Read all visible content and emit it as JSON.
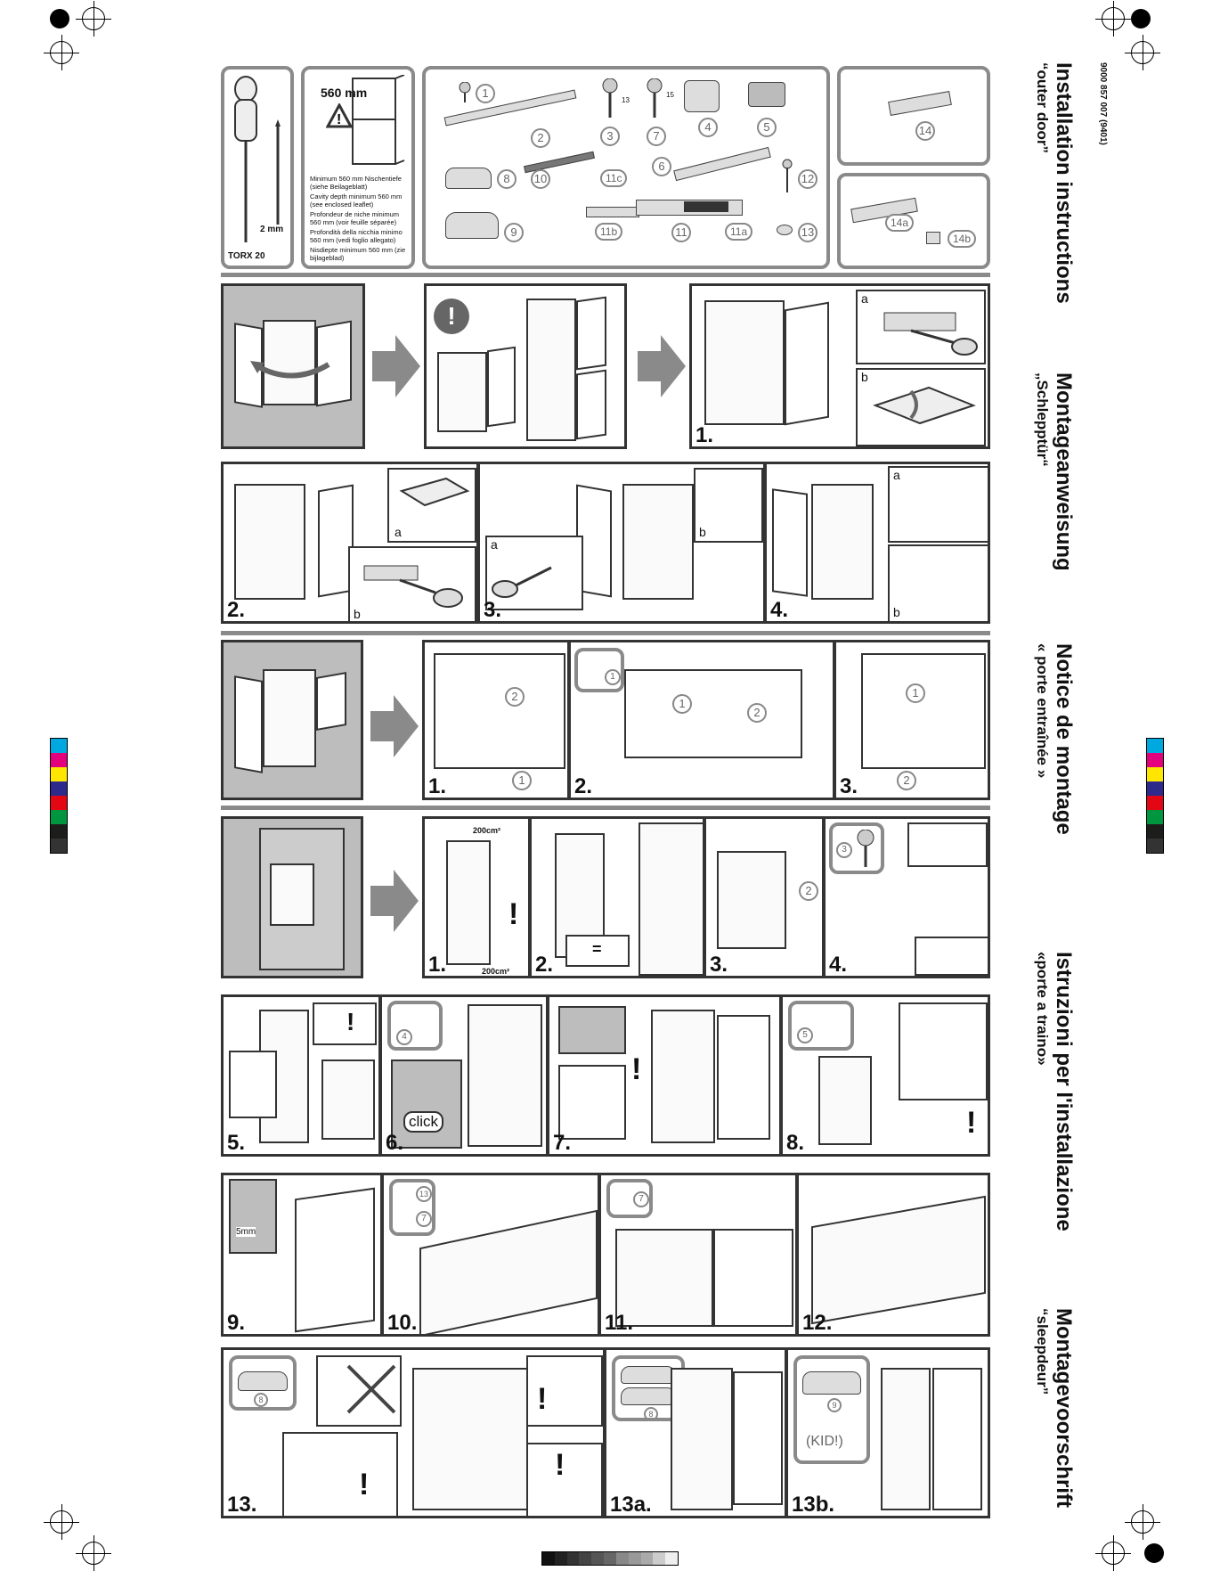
{
  "doc_code": "9000 857 007 (9401)",
  "titles": [
    {
      "title": "Installation instructions",
      "subtitle": "“outer door”"
    },
    {
      "title": "Montageanweisung",
      "subtitle": "„Schlepptür“"
    },
    {
      "title": "Notice de montage",
      "subtitle": "« porte entraînée »"
    },
    {
      "title": "Istruzioni per l'installazione",
      "subtitle": "«porte a traino»"
    },
    {
      "title": "Montagevoorschrift",
      "subtitle": "“sleepdeur”"
    }
  ],
  "tools": {
    "torx_label": "TORX 20",
    "drill_label": "2 mm"
  },
  "niche": {
    "depth_label": "560 mm",
    "notes": [
      "Minimum 560 mm Nischentiefe (siehe Beilageblatt)",
      "Cavity depth minimum 560 mm (see enclosed leaflet)",
      "Profondeur de niche minimum 560 mm (voir feuille séparée)",
      "Profondità della nicchia minimo 560 mm (vedi foglio allegato)",
      "Nisdiepte minimum 560 mm (zie bijlageblad)"
    ]
  },
  "parts": {
    "labels": [
      "1",
      "2",
      "3",
      "7",
      "4",
      "5",
      "8",
      "10",
      "11c",
      "6",
      "12",
      "9",
      "11b",
      "11",
      "11a",
      "13"
    ],
    "dim_13": "13",
    "dim_15": "15",
    "extra_labels": [
      "14",
      "14a",
      "14b"
    ]
  },
  "steps": {
    "row2": [
      "1."
    ],
    "row3": [
      "2.",
      "3.",
      "4."
    ],
    "row4": [
      "1.",
      "2.",
      "3."
    ],
    "row5": [
      "1.",
      "2.",
      "3.",
      "4."
    ],
    "row6": [
      "5.",
      "6.",
      "7.",
      "8."
    ],
    "row7": [
      "9.",
      "10.",
      "11.",
      "12."
    ],
    "row8": [
      "13.",
      "13a.",
      "13b."
    ]
  },
  "sub_labels": {
    "a": "a",
    "b": "b"
  },
  "annotations": {
    "vent_top": "200cm²",
    "vent_bottom": "200cm²",
    "equal": "=",
    "click": "click",
    "gap": "5mm",
    "kid": "(KID!)",
    "excl": "!"
  },
  "num_labels": {
    "one": "1",
    "two": "2",
    "three": "3",
    "four": "4",
    "five": "5",
    "seven": "7",
    "eight": "8",
    "nine": "9",
    "thirteen": "13"
  },
  "colors": {
    "frame": "#333333",
    "panel_gray": "#bdbdbd",
    "label_gray": "#8a8a8a",
    "color_bar": [
      "#00a8e0",
      "#e4007c",
      "#ffe600",
      "#2d2a8c",
      "#e30613",
      "#009640",
      "#1d1d1b",
      "#333333"
    ]
  },
  "icons": [
    "registration-mark-icon",
    "screwdriver-icon",
    "warning-triangle-icon",
    "exclamation-icon",
    "arrow-right-icon",
    "screw-icon",
    "hinge-icon"
  ]
}
